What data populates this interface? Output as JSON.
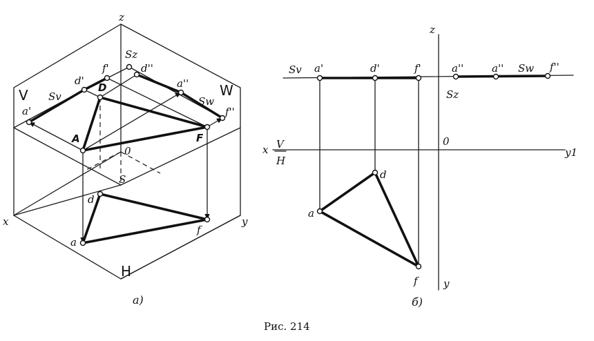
{
  "figure": {
    "caption": "Рис. 214",
    "subfig_a": "а)",
    "subfig_b": "б)"
  },
  "left": {
    "axes": {
      "z": "z",
      "x": "x",
      "y": "y",
      "origin": "0"
    },
    "planes": {
      "V": "V",
      "W": "W",
      "H": "H"
    },
    "traces": {
      "Sv": "Sv",
      "Sw": "Sw",
      "Sz": "Sz",
      "S": "S"
    },
    "points": {
      "a1": "a'",
      "d1": "d'",
      "f1": "f'",
      "d2": "d''",
      "a2": "a''",
      "f2": "f''",
      "A": "A",
      "D": "D",
      "F": "F",
      "a": "a",
      "d": "d",
      "f": "f"
    }
  },
  "right": {
    "axes": {
      "z": "z",
      "x": "x",
      "y1": "y1",
      "y": "y",
      "origin": "0"
    },
    "projection_planes": {
      "V": "V",
      "H": "H"
    },
    "traces": {
      "Sv": "Sv",
      "Sw": "Sw",
      "Sz": "Sz"
    },
    "points": {
      "a1": "a'",
      "d1": "d'",
      "f1": "f'",
      "a2a": "a''",
      "a2b": "a''",
      "f2": "f''",
      "a": "a",
      "d": "d",
      "f": "f"
    }
  }
}
